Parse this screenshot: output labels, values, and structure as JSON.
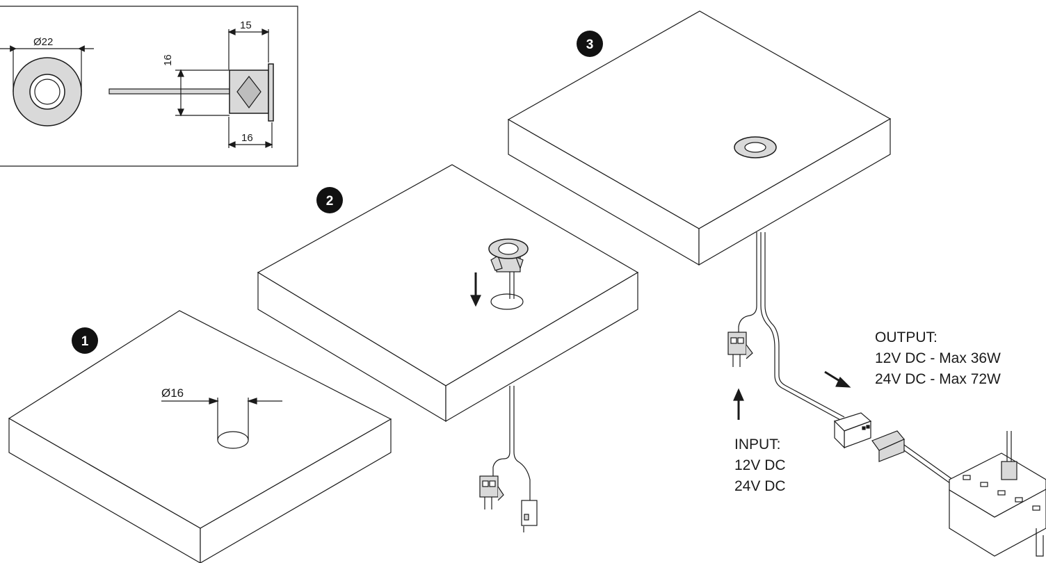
{
  "steps": [
    "1",
    "2",
    "3"
  ],
  "dimensions": {
    "bezel_diameter": "Ø22",
    "hole_diameter": "Ø16",
    "body_height": "16",
    "body_depth": "15",
    "total_depth": "16"
  },
  "input": {
    "heading": "INPUT:",
    "lines": [
      "12V DC",
      "24V DC"
    ]
  },
  "output": {
    "heading": "OUTPUT:",
    "lines": [
      "12V DC - Max 36W",
      "24V DC - Max 72W"
    ]
  },
  "colors": {
    "line": "#1a1a1a",
    "device_fill": "#d9d9d9",
    "badge": "#111111"
  }
}
